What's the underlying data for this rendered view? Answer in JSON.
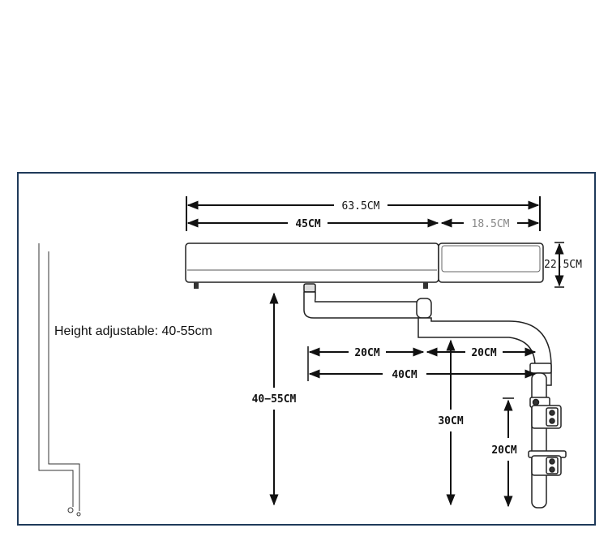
{
  "labels": {
    "total_width": "63.5CM",
    "main_width": "45CM",
    "pad_width": "18.5CM",
    "pad_depth": "22.5CM",
    "height_caption": "Height adjustable: 40-55cm",
    "height_range": "40−55CM",
    "arm_seg1": "20CM",
    "arm_seg2": "20CM",
    "arm_total": "40CM",
    "arm_drop": "30CM",
    "clamp_span": "20CM"
  },
  "colors": {
    "frame": "#1f3a5a",
    "line": "#111111",
    "muted": "#888888"
  }
}
